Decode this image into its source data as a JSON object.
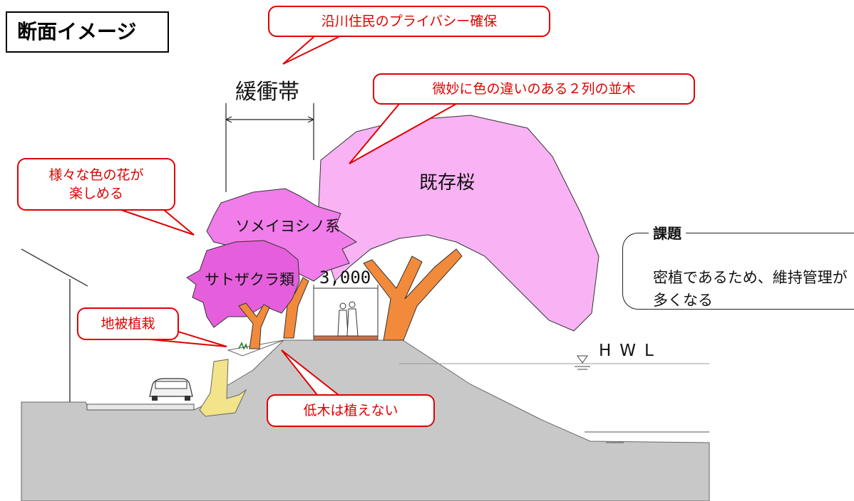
{
  "title": "断面イメージ",
  "callouts": {
    "privacy": "沿川住民のプライバシー確保",
    "two_rows": "微妙に色の違いのある２列の並木",
    "flowers_line1": "様々な色の花が",
    "flowers_line2": "楽しめる",
    "ground_cover": "地被植栽",
    "no_shrubs": "低木は植えない"
  },
  "labels": {
    "buffer_zone": "緩衝帯",
    "existing_cherry": "既存桜",
    "someiyoshino": "ソメイヨシノ系",
    "satozakura": "サトザクラ類",
    "width_dimension": "3,000",
    "hwl": "HWL"
  },
  "issue": {
    "heading": "課題",
    "text": "密植であるため、維持管理が多くなる"
  },
  "colors": {
    "callout_red": "#e00000",
    "blossom_pink": "#f9b3f5",
    "blossom_magenta": "#ee6fe6",
    "trunk_orange": "#f28a3c",
    "ground_gray": "#c8c8c8",
    "ground_cover_yellow": "#f3e38a"
  }
}
